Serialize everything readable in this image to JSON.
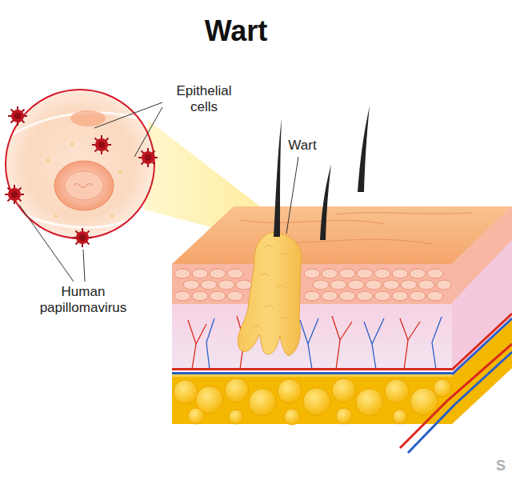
{
  "diagram": {
    "title": "Wart",
    "labels": [
      "Epithelial cells",
      "Wart",
      "Human papillomavirus",
      "S"
    ]
  }
}
